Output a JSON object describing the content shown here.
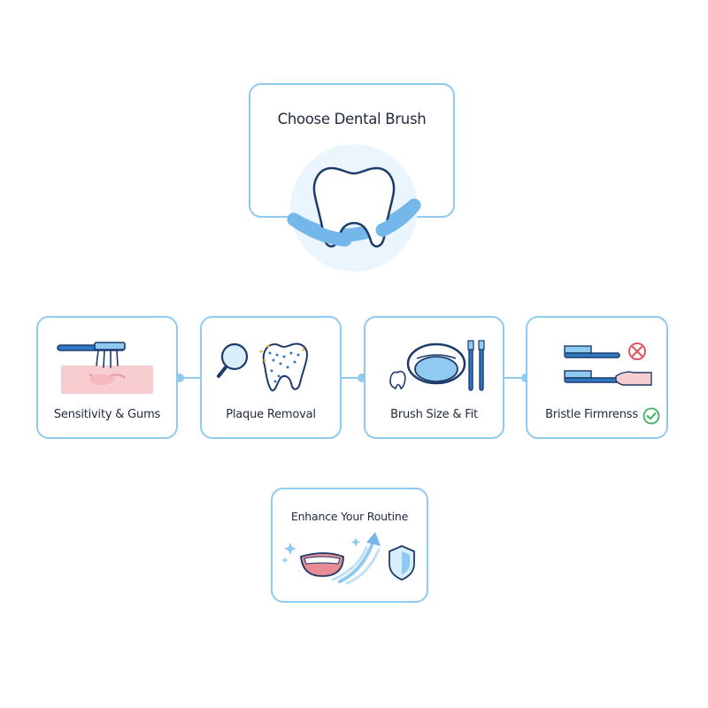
{
  "title": "Choose Dental Brush",
  "steps": [
    {
      "label": "Sensitivity & Gums",
      "icon": "toothbrush-gums-icon"
    },
    {
      "label": "Plaque Removal",
      "icon": "magnifier-plaque-tooth-icon"
    },
    {
      "label": "Brush Size & Fit",
      "icon": "mouth-toothbrush-icon"
    },
    {
      "label": "Bristle Firmrenss",
      "icon": "bristle-comparison-icon"
    }
  ],
  "outcome": {
    "label": "Enhance Your Routine",
    "icon": "smile-arrow-shield-icon"
  },
  "colors": {
    "accent": "#8fcaf0",
    "brush_blue": "#2f78c4",
    "navy_outline": "#1d3a6b",
    "gum_pink": "#f8cdd0",
    "reject_red": "#e05560",
    "accept_green": "#3fb060",
    "sparkle_yellow": "#e8b838"
  }
}
